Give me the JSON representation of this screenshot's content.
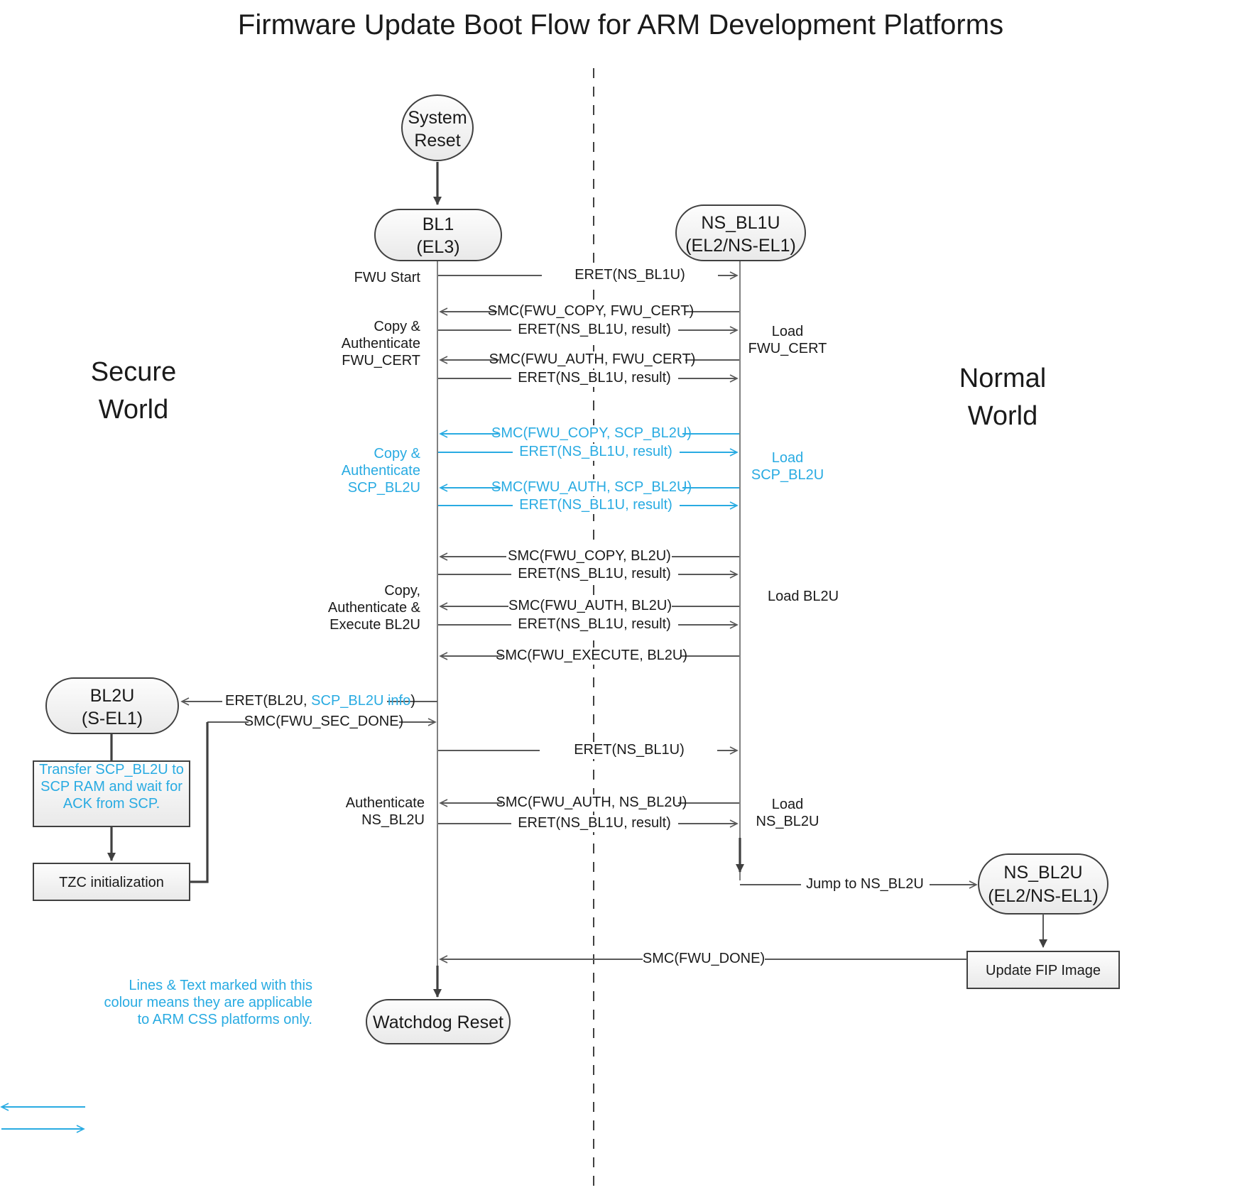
{
  "title": "Firmware Update Boot Flow for ARM Development Platforms",
  "worlds": {
    "secure": "Secure\nWorld",
    "secure_l1": "Secure",
    "secure_l2": "World",
    "normal_l1": "Normal",
    "normal_l2": "World"
  },
  "colors": {
    "accent_cyan": "#29ABE2",
    "line_gray": "#595959",
    "line_dark": "#404040",
    "node_fill": "#f2f2f2",
    "text": "#1a1a1a"
  },
  "nodes": {
    "system_reset": {
      "l1": "System",
      "l2": "Reset",
      "shape": "ellipse"
    },
    "bl1": {
      "l1": "BL1",
      "l2": "(EL3)",
      "shape": "rounded-rect"
    },
    "ns_bl1u": {
      "l1": "NS_BL1U",
      "l2": "(EL2/NS-EL1)",
      "shape": "rounded-rect"
    },
    "bl2u": {
      "l1": "BL2U",
      "l2": "(S-EL1)",
      "shape": "rounded-rect"
    },
    "ns_bl2u": {
      "l1": "NS_BL2U",
      "l2": "(EL2/NS-EL1)",
      "shape": "rounded-rect"
    },
    "watchdog_reset": {
      "l1": "Watchdog Reset",
      "shape": "rounded-rect"
    },
    "transfer_scp": {
      "l1": "Transfer SCP_BL2U to",
      "l2": "SCP RAM and wait for",
      "l3": "ACK from SCP.",
      "shape": "rect",
      "color": "cyan"
    },
    "tzc_init": {
      "l1": "TZC initialization",
      "shape": "rect"
    },
    "update_fip": {
      "l1": "Update FIP Image",
      "shape": "rect"
    }
  },
  "messages": [
    {
      "id": "m1",
      "text": "ERET(NS_BL1U)",
      "dir": "right",
      "color": "black"
    },
    {
      "id": "m2",
      "text": "SMC(FWU_COPY, FWU_CERT)",
      "dir": "left",
      "color": "black"
    },
    {
      "id": "m3",
      "text": "ERET(NS_BL1U, result)",
      "dir": "right",
      "color": "black"
    },
    {
      "id": "m4",
      "text": "SMC(FWU_AUTH, FWU_CERT)",
      "dir": "left",
      "color": "black"
    },
    {
      "id": "m5",
      "text": "ERET(NS_BL1U, result)",
      "dir": "right",
      "color": "black"
    },
    {
      "id": "m6",
      "text": "SMC(FWU_COPY, SCP_BL2U)",
      "dir": "left",
      "color": "cyan"
    },
    {
      "id": "m7",
      "text": "ERET(NS_BL1U, result)",
      "dir": "right",
      "color": "cyan"
    },
    {
      "id": "m8",
      "text": "SMC(FWU_AUTH, SCP_BL2U)",
      "dir": "left",
      "color": "cyan"
    },
    {
      "id": "m9",
      "text": "ERET(NS_BL1U, result)",
      "dir": "right",
      "color": "cyan"
    },
    {
      "id": "m10",
      "text": "SMC(FWU_COPY, BL2U)",
      "dir": "left",
      "color": "black"
    },
    {
      "id": "m11",
      "text": "ERET(NS_BL1U, result)",
      "dir": "right",
      "color": "black"
    },
    {
      "id": "m12",
      "text": "SMC(FWU_AUTH, BL2U)",
      "dir": "left",
      "color": "black"
    },
    {
      "id": "m13",
      "text": "ERET(NS_BL1U, result)",
      "dir": "right",
      "color": "black"
    },
    {
      "id": "m14",
      "text": "SMC(FWU_EXECUTE, BL2U)",
      "dir": "left",
      "color": "black"
    },
    {
      "id": "m15",
      "text": "ERET(BL2U, ",
      "text2": "SCP_BL2U info",
      "text3": ")",
      "dir": "left-to-bl2u",
      "color": "mixed"
    },
    {
      "id": "m16",
      "text": "SMC(FWU_SEC_DONE)",
      "dir": "right-from-bl2u",
      "color": "black"
    },
    {
      "id": "m17",
      "text": "ERET(NS_BL1U)",
      "dir": "right",
      "color": "black"
    },
    {
      "id": "m18",
      "text": "SMC(FWU_AUTH, NS_BL2U)",
      "dir": "left",
      "color": "black"
    },
    {
      "id": "m19",
      "text": "ERET(NS_BL1U, result)",
      "dir": "right",
      "color": "black"
    },
    {
      "id": "m20",
      "text": "Jump to NS_BL2U",
      "dir": "right",
      "color": "black"
    },
    {
      "id": "m21",
      "text": "SMC(FWU_DONE)",
      "dir": "left",
      "color": "black"
    }
  ],
  "annotations": {
    "left": [
      {
        "id": "a1",
        "lines": [
          "FWU Start"
        ],
        "color": "black"
      },
      {
        "id": "a2",
        "lines": [
          "Copy &",
          "Authenticate",
          "FWU_CERT"
        ],
        "color": "black"
      },
      {
        "id": "a3",
        "lines": [
          "Copy &",
          "Authenticate",
          "SCP_BL2U"
        ],
        "color": "cyan"
      },
      {
        "id": "a4",
        "lines": [
          "Copy,",
          "Authenticate &",
          "Execute BL2U"
        ],
        "color": "black"
      },
      {
        "id": "a5",
        "lines": [
          "Authenticate",
          "NS_BL2U"
        ],
        "color": "black"
      }
    ],
    "right": [
      {
        "id": "b1",
        "lines": [
          "Load",
          "FWU_CERT"
        ],
        "color": "black"
      },
      {
        "id": "b2",
        "lines": [
          "Load",
          "SCP_BL2U"
        ],
        "color": "cyan"
      },
      {
        "id": "b3",
        "lines": [
          "Load BL2U"
        ],
        "color": "black"
      },
      {
        "id": "b4",
        "lines": [
          "Load",
          "NS_BL2U"
        ],
        "color": "black"
      }
    ]
  },
  "legend": {
    "l1": "Lines & Text marked with this",
    "l2": "colour means they are applicable",
    "l3": "to ARM CSS platforms only."
  }
}
